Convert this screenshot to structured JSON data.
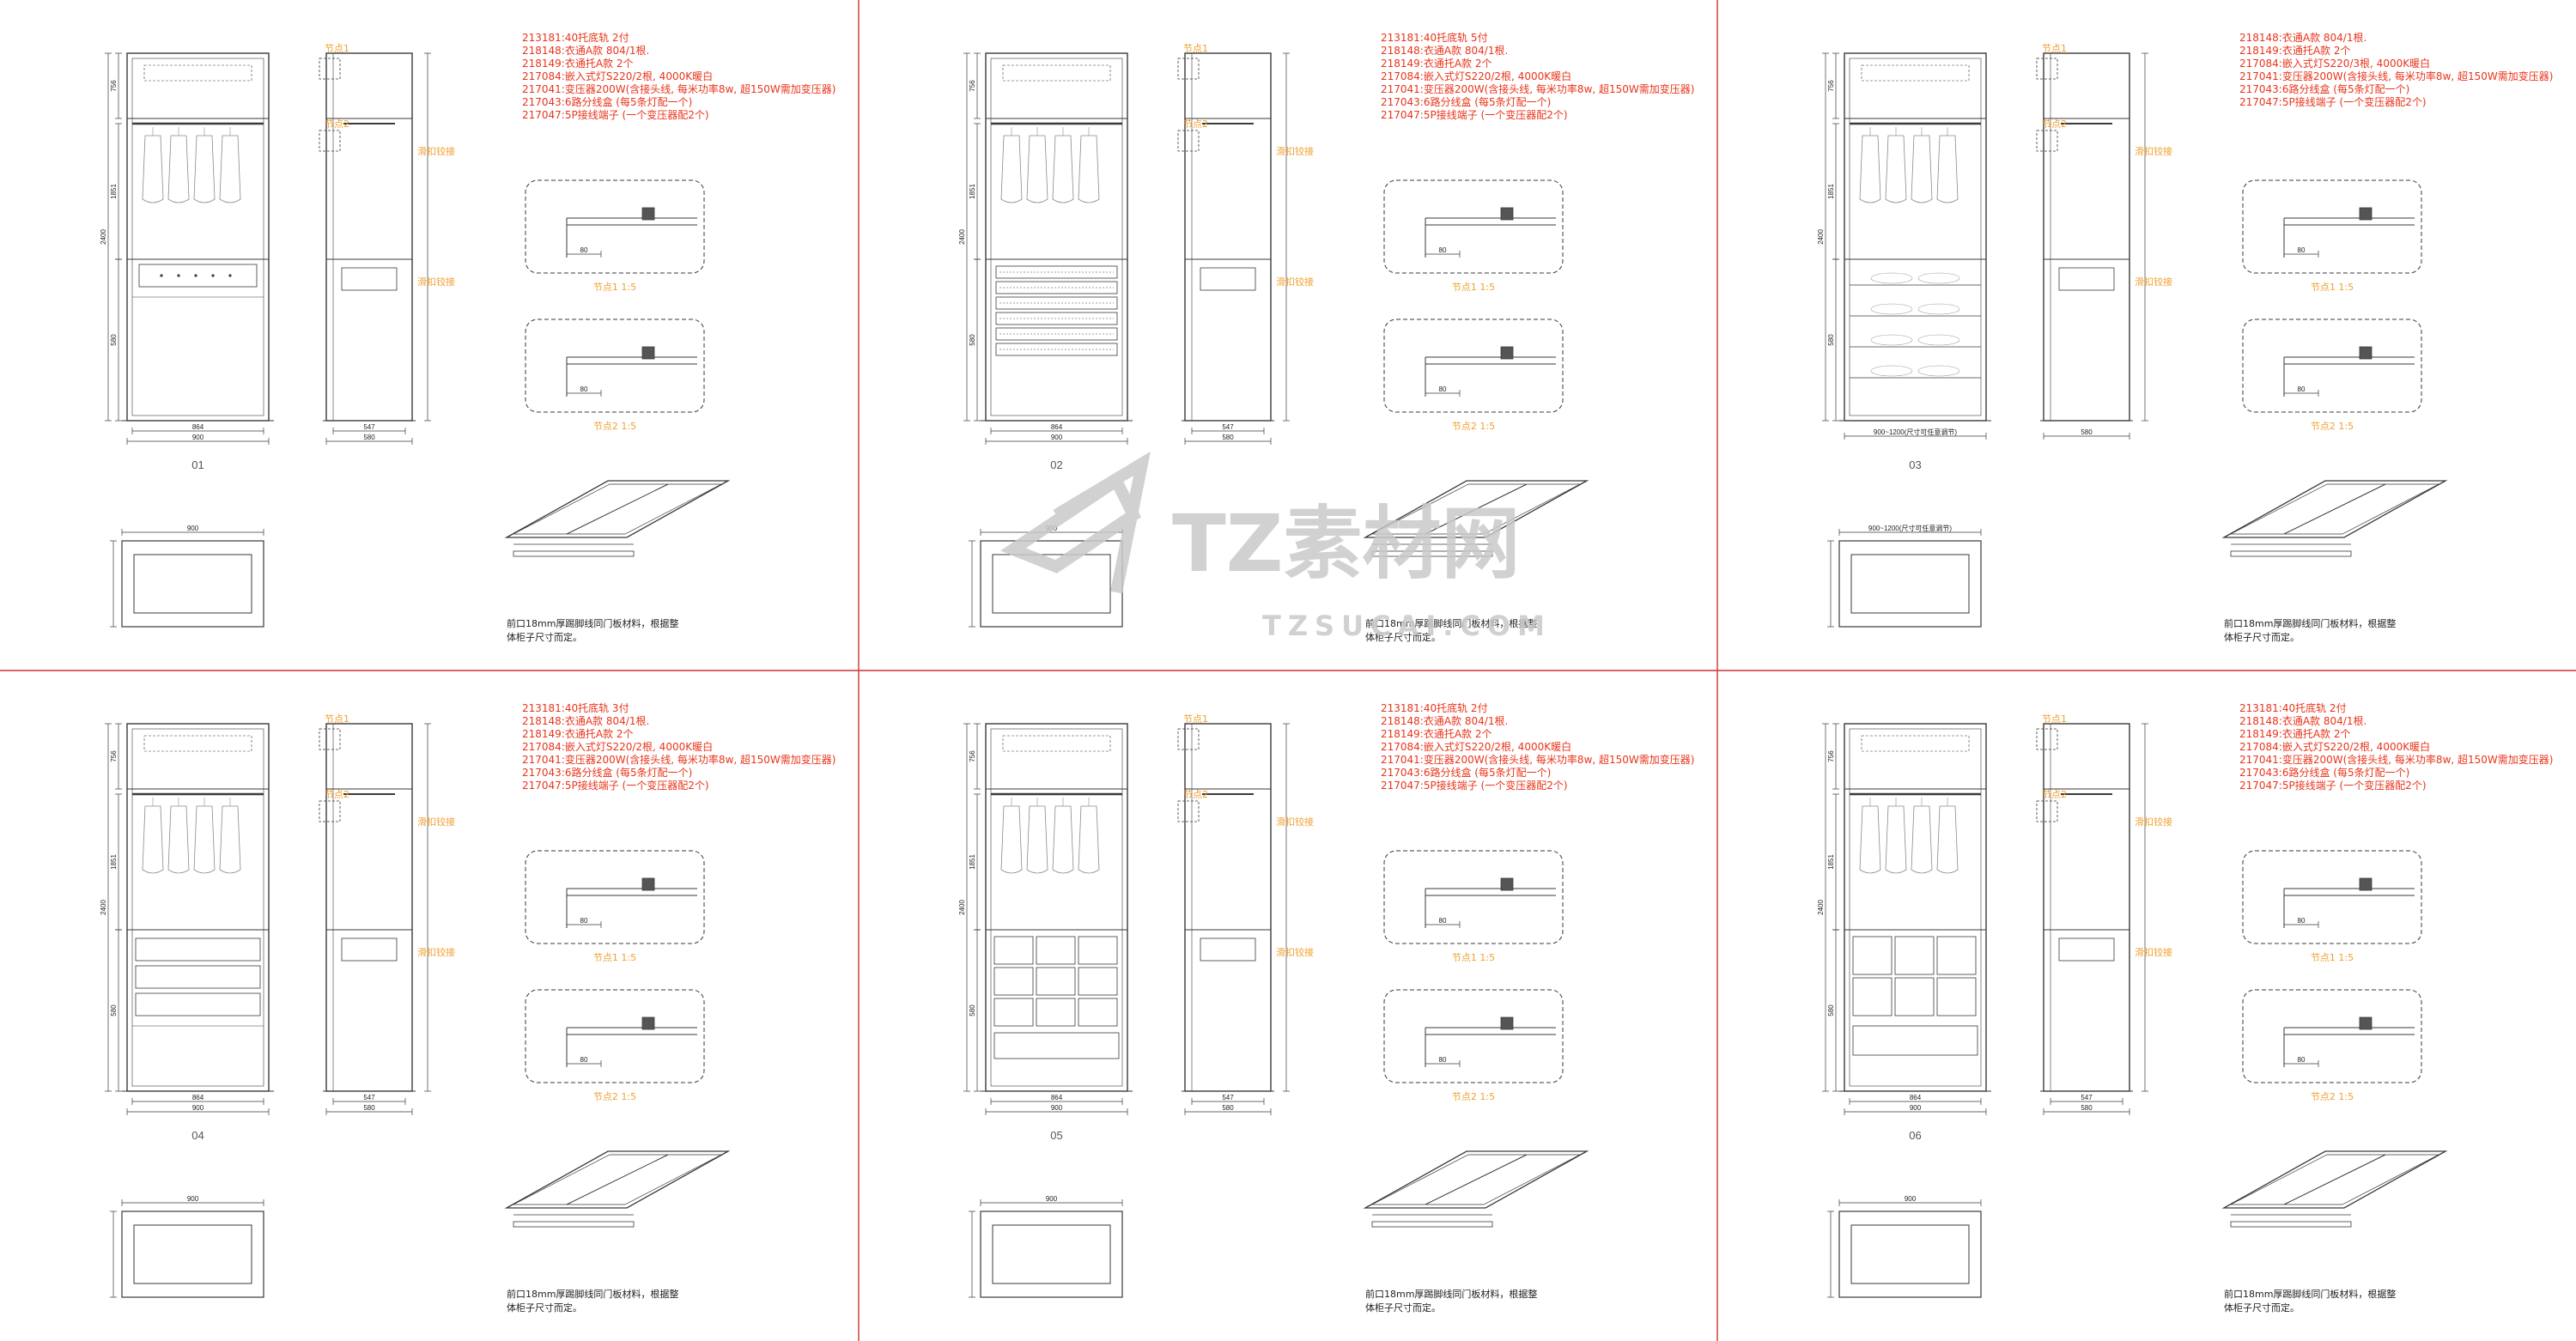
{
  "sheet": {
    "divider_color": "#cc3333",
    "spec_color": "#e8341b",
    "tag_color": "#f0a030"
  },
  "watermark": {
    "brand": "TZ素材网",
    "domain": "TZSUCAI.COM"
  },
  "panels": [
    {
      "id": "01",
      "lower_module": "hanger",
      "specs": [
        "213181:40托底轨 2付",
        "218148:衣通A款 804/1根.",
        "218149:衣通托A款 2个",
        "217084:嵌入式灯S220/2根, 4000K暖白",
        "217041:变压器200W(含接头线, 每米功率8w, 超150W需加变压器)",
        "217043:6路分线盒 (每5条灯配一个)",
        "217047:5P接线端子 (一个变压器配2个)"
      ],
      "node1": "节点1",
      "node2": "节点2",
      "detail1": "节点1 1:5",
      "detail2": "节点2 1:5",
      "bracket_a": "滑扣铰接",
      "bracket_b": "滑扣铰接",
      "note": [
        "前口18mm厚踢脚线同门板材料，根据整",
        "体柜子尺寸而定。"
      ],
      "width_dims": [
        "864",
        "900",
        "580",
        "547"
      ],
      "plan_width": "900",
      "height_dims": [
        "2400",
        "1851",
        "580",
        "756"
      ]
    },
    {
      "id": "02",
      "lower_module": "drawers",
      "specs": [
        "213181:40托底轨 5付",
        "218148:衣通A款 804/1根.",
        "218149:衣通托A款 2个",
        "217084:嵌入式灯S220/2根, 4000K暖白",
        "217041:变压器200W(含接头线, 每米功率8w, 超150W需加变压器)",
        "217043:6路分线盒 (每5条灯配一个)",
        "217047:5P接线端子 (一个变压器配2个)"
      ],
      "node1": "节点1",
      "node2": "节点2",
      "detail1": "节点1 1:5",
      "detail2": "节点2 1:5",
      "bracket_a": "滑扣铰接",
      "bracket_b": "滑扣铰接",
      "note": [
        "前口18mm厚踢脚线同门板材料，根据整",
        "体柜子尺寸而定。"
      ],
      "width_dims": [
        "864",
        "900",
        "580",
        "547"
      ],
      "plan_width": "900",
      "height_dims": [
        "2400",
        "1851",
        "580",
        "756"
      ]
    },
    {
      "id": "03",
      "lower_module": "shoes",
      "specs": [
        "218148:衣通A款 804/1根.",
        "218149:衣通托A款 2个",
        "217084:嵌入式灯S220/3根, 4000K暖白",
        "217041:变压器200W(含接头线, 每米功率8w, 超150W需加变压器)",
        "217043:6路分线盒 (每5条灯配一个)",
        "217047:5P接线端子 (一个变压器配2个)"
      ],
      "node1": "节点1",
      "node2": "节点2",
      "detail1": "节点1 1:5",
      "detail2": "节点2 1:5",
      "bracket_a": "滑扣铰接",
      "bracket_b": "滑扣铰接",
      "note": [
        "前口18mm厚踢脚线同门板材料，根据整",
        "体柜子尺寸而定。"
      ],
      "width_dims": [
        "900~1200(尺寸可任意调节)",
        "580"
      ],
      "plan_width": "900~1200(尺寸可任意调节)",
      "height_dims": [
        "2400",
        "1851",
        "580",
        "756"
      ]
    },
    {
      "id": "04",
      "lower_module": "drawers3",
      "specs": [
        "213181:40托底轨 3付",
        "218148:衣通A款 804/1根.",
        "218149:衣通托A款 2个",
        "217084:嵌入式灯S220/2根, 4000K暖白",
        "217041:变压器200W(含接头线, 每米功率8w, 超150W需加变压器)",
        "217043:6路分线盒 (每5条灯配一个)",
        "217047:5P接线端子 (一个变压器配2个)"
      ],
      "node1": "节点1",
      "node2": "节点2",
      "detail1": "节点1 1:5",
      "detail2": "节点2 1:5",
      "bracket_a": "滑扣铰接",
      "bracket_b": "滑扣铰接",
      "note": [
        "前口18mm厚踢脚线同门板材料，根据整",
        "体柜子尺寸而定。"
      ],
      "width_dims": [
        "864",
        "900",
        "580",
        "547"
      ],
      "plan_width": "900",
      "height_dims": [
        "2400",
        "1851",
        "580",
        "756"
      ]
    },
    {
      "id": "05",
      "lower_module": "grid",
      "specs": [
        "213181:40托底轨 2付",
        "218148:衣通A款 804/1根.",
        "218149:衣通托A款 2个",
        "217084:嵌入式灯S220/2根, 4000K暖白",
        "217041:变压器200W(含接头线, 每米功率8w, 超150W需加变压器)",
        "217043:6路分线盒 (每5条灯配一个)",
        "217047:5P接线端子 (一个变压器配2个)"
      ],
      "node1": "节点1",
      "node2": "节点2",
      "detail1": "节点1 1:5",
      "detail2": "节点2 1:5",
      "bracket_a": "滑扣铰接",
      "bracket_b": "滑扣铰接",
      "note": [
        "前口18mm厚踢脚线同门板材料，根据整",
        "体柜子尺寸而定。"
      ],
      "width_dims": [
        "864",
        "900",
        "580",
        "547"
      ],
      "plan_width": "900",
      "height_dims": [
        "2400",
        "1851",
        "580",
        "756"
      ]
    },
    {
      "id": "06",
      "lower_module": "grid6",
      "specs": [
        "213181:40托底轨 2付",
        "218148:衣通A款 804/1根.",
        "218149:衣通托A款 2个",
        "217084:嵌入式灯S220/2根, 4000K暖白",
        "217041:变压器200W(含接头线, 每米功率8w, 超150W需加变压器)",
        "217043:6路分线盒 (每5条灯配一个)",
        "217047:5P接线端子 (一个变压器配2个)"
      ],
      "node1": "节点1",
      "node2": "节点2",
      "detail1": "节点1 1:5",
      "detail2": "节点2 1:5",
      "bracket_a": "滑扣铰接",
      "bracket_b": "滑扣铰接",
      "note": [
        "前口18mm厚踢脚线同门板材料，根据整",
        "体柜子尺寸而定。"
      ],
      "width_dims": [
        "864",
        "900",
        "580",
        "547"
      ],
      "plan_width": "900",
      "height_dims": [
        "2400",
        "1851",
        "580",
        "756"
      ]
    }
  ]
}
